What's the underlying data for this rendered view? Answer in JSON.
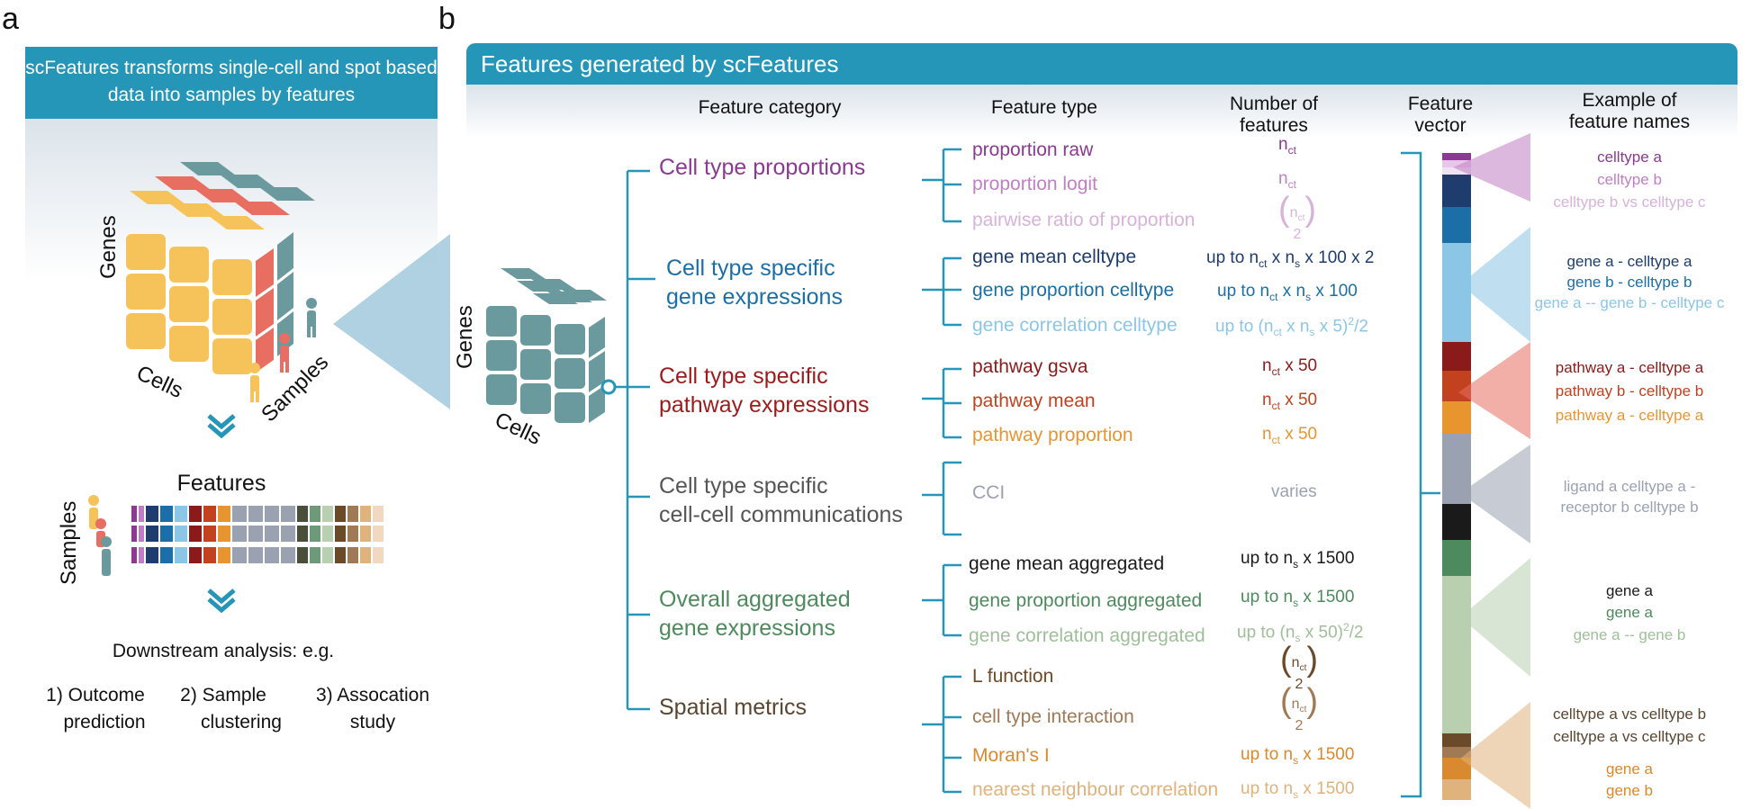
{
  "panel_a": {
    "letter": "a",
    "banner": "scFeatures transforms single-cell and spot based data into samples by features",
    "genes_label": "Genes",
    "cells_label": "Cells",
    "samples_label": "Samples",
    "features_label": "Features",
    "samples_row_label": "Samples",
    "downstream": "Downstream analysis: e.g.",
    "analyses": [
      {
        "num": "1) Outcome",
        "name": "prediction"
      },
      {
        "num": "2) Sample",
        "name": "clustering"
      },
      {
        "num": "3) Assocation",
        "name": "study"
      }
    ]
  },
  "panel_b": {
    "letter": "b",
    "banner": "Features generated by scFeatures",
    "genes_label": "Genes",
    "cells_label": "Cells",
    "headers": {
      "category": "Feature category",
      "type": "Feature type",
      "number_1": "Number of",
      "number_2": "features",
      "vector_1": "Feature",
      "vector_2": "vector",
      "example_1": "Example of",
      "example_2": "feature names"
    },
    "categories": [
      {
        "line1": "Cell type proportions",
        "line2": "",
        "color": "#8b3a91"
      },
      {
        "line1": "Cell type specific",
        "line2": "gene expressions",
        "color": "#1c6fa6"
      },
      {
        "line1": "Cell type specific",
        "line2": "pathway expressions",
        "color": "#9b1c1c"
      },
      {
        "line1": "Cell type specific",
        "line2": "cell-cell communications",
        "color": "#555555"
      },
      {
        "line1": "Overall aggregated",
        "line2": "gene expressions",
        "color": "#4d8a5d"
      },
      {
        "line1": "Spatial metrics",
        "line2": "",
        "color": "#5a4630"
      }
    ],
    "feature_types": [
      {
        "name": "proportion raw",
        "color": "#8b3a91"
      },
      {
        "name": "proportion logit",
        "color": "#c07fc4"
      },
      {
        "name": "pairwise ratio of proportion",
        "color": "#d7b3d9"
      },
      {
        "name": "gene mean celltype",
        "color": "#1f3c6e"
      },
      {
        "name": "gene proportion celltype",
        "color": "#1c6fa6"
      },
      {
        "name": "gene correlation celltype",
        "color": "#8cc6e6"
      },
      {
        "name": "pathway gsva",
        "color": "#8b1a1a"
      },
      {
        "name": "pathway mean",
        "color": "#c2411f"
      },
      {
        "name": "pathway proportion",
        "color": "#e89530"
      },
      {
        "name": "CCI",
        "color": "#9aa2b2"
      },
      {
        "name": "gene mean aggregated",
        "color": "#1a1a1a"
      },
      {
        "name": "gene proportion aggregated",
        "color": "#4d8a5d"
      },
      {
        "name": "gene correlation aggregated",
        "color": "#9fbf9a"
      },
      {
        "name": "L function",
        "color": "#6b4a2a"
      },
      {
        "name": "cell type interaction",
        "color": "#a07a55"
      },
      {
        "name": "Moran's I",
        "color": "#d9892e"
      },
      {
        "name": "nearest neighbour correlation",
        "color": "#e0b27c"
      }
    ],
    "numbers": {
      "n": "n",
      "ct": "ct",
      "s": "s",
      "two": "2",
      "nf4_pre": "up to n",
      "nf4_mid": "x n",
      "nf4_post": "x 100 x 2",
      "nf5_pre": "up to n",
      "nf5_mid": "x n",
      "nf5_post": "x 100",
      "nf6_pre": "up to (n",
      "nf6_mid": "x n",
      "nf6_post": "x 5)",
      "nf6_end": "/2",
      "x50": "x 50",
      "varies": "varies",
      "nf11_pre": "up to n",
      "nf11_post": "x 1500",
      "nf13_pre": "up to (n",
      "nf13_post": "x 50)",
      "nf13_end": "/2"
    },
    "examples": [
      {
        "text": "celltype a",
        "color": "#8b3a91"
      },
      {
        "text": "celltype b",
        "color": "#c07fc4"
      },
      {
        "text": "celltype b vs celltype c",
        "color": "#d7b3d9"
      },
      {
        "text": "gene a - celltype a",
        "color": "#1f3c6e"
      },
      {
        "text": "gene b - celltype b",
        "color": "#1c6fa6"
      },
      {
        "text": "gene a -- gene b - celltype c",
        "color": "#8cc6e6"
      },
      {
        "text": "pathway a - celltype a",
        "color": "#8b1a1a"
      },
      {
        "text": "pathway b - celltype b",
        "color": "#c2411f"
      },
      {
        "text": "pathway a - celltype a",
        "color": "#e89530"
      },
      {
        "text": "ligand a celltype a -",
        "color": "#9aa2b2"
      },
      {
        "text": "receptor b celltype b",
        "color": "#9aa2b2"
      },
      {
        "text": "gene a",
        "color": "#1a1a1a"
      },
      {
        "text": "gene a",
        "color": "#4d8a5d"
      },
      {
        "text": "gene a -- gene b",
        "color": "#9fbf9a"
      },
      {
        "text": "celltype a vs celltype b",
        "color": "#5a4630"
      },
      {
        "text": "celltype a vs celltype c",
        "color": "#5a4630"
      },
      {
        "text": "gene a",
        "color": "#d9892e"
      },
      {
        "text": "gene b",
        "color": "#d9892e"
      }
    ]
  }
}
